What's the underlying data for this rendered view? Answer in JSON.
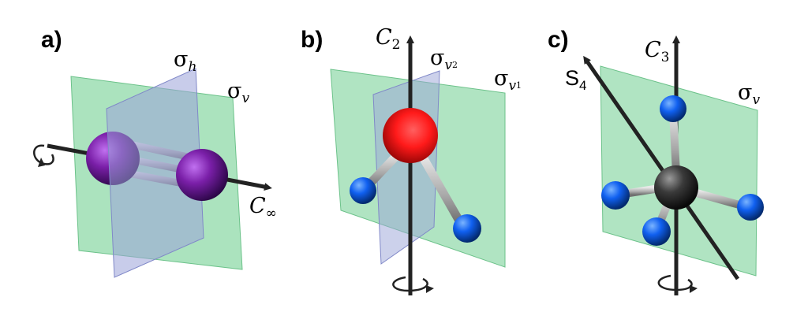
{
  "panels": [
    {
      "label": "a)",
      "molecule_atoms": [
        "purple",
        "purple"
      ],
      "labels": {
        "sigma_h": {
          "main": "σ",
          "sub": "h"
        },
        "sigma_v": {
          "main": "σ",
          "sub": "v"
        },
        "axis": {
          "main": "C",
          "sub": "∞"
        }
      }
    },
    {
      "label": "b)",
      "molecule_atoms": [
        "red",
        "blue",
        "blue"
      ],
      "labels": {
        "axis": {
          "main": "C",
          "sub": "2"
        },
        "sigma_v2": {
          "main": "σ",
          "sub": "v",
          "subsub": "2"
        },
        "sigma_v1": {
          "main": "σ",
          "sub": "v",
          "subsub": "1"
        }
      }
    },
    {
      "label": "c)",
      "molecule_atoms": [
        "black",
        "blue",
        "blue",
        "blue",
        "blue"
      ],
      "labels": {
        "axis": {
          "main": "C",
          "sub": "3"
        },
        "s4": {
          "main": "S",
          "sub": "4"
        },
        "sigma_v": {
          "main": "σ",
          "sub": "v"
        }
      }
    }
  ],
  "colors": {
    "green_plane": "#8fd9a8",
    "blue_plane": "#9aa3d8",
    "purple_atom": "#7a1fa8",
    "red_atom": "#ff1a1a",
    "blue_atom": "#1060f0",
    "black_atom": "#3a3a3a",
    "bond": "#b8b8b8"
  }
}
